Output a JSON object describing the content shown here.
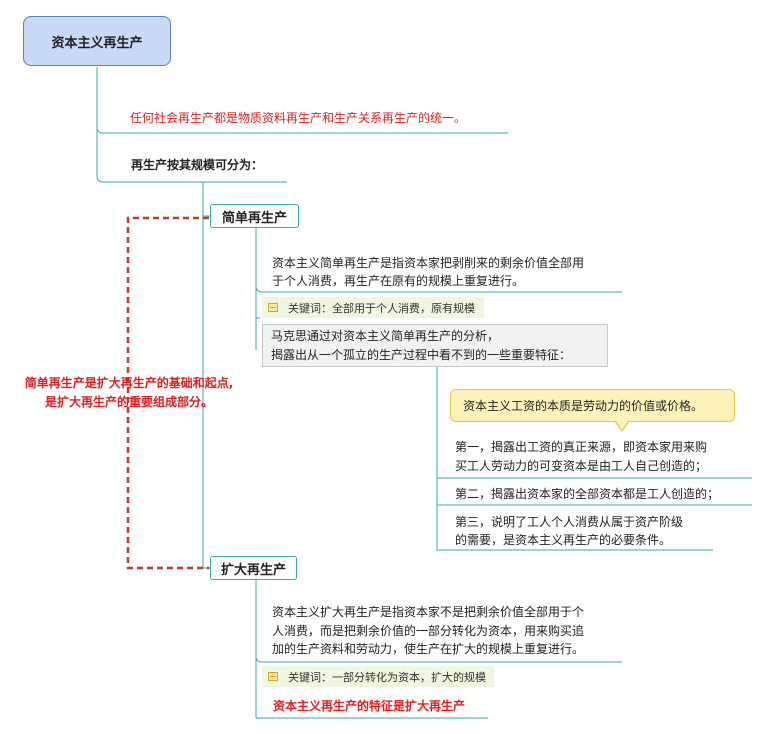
{
  "root": {
    "label": "资本主义再生产"
  },
  "statement": "任何社会再生产都是物质资料再生产和生产关系再生产的统一。",
  "scale_intro": "再生产按其规模可分为：",
  "simple": {
    "label": "简单再生产",
    "definition_line1": "资本主义简单再生产是指资本家把剥削来的剩余价值全部用",
    "definition_line2": "于个人消费，再生产在原有的规模上重复进行。",
    "keywords": "关键词：全部用于个人消费，原有规模",
    "marx_line1": "马克思通过对资本主义简单再生产的分析，",
    "marx_line2": "揭露出从一个孤立的生产过程中看不到的一些重要特征：",
    "wage_note": "资本主义工资的本质是劳动力的价值或价格。",
    "features": [
      {
        "line1": "第一，揭露出工资的真正来源，即资本家用来购",
        "line2": "买工人劳动力的可变资本是由工人自己创造的；"
      },
      {
        "line1": "第二，揭露出资本家的全部资本都是工人创造的；",
        "line2": ""
      },
      {
        "line1": "第三，说明了工人个人消费从属于资产阶级",
        "line2": "的需要，是资本主义再生产的必要条件。"
      }
    ]
  },
  "relation_note": {
    "line1": "简单再生产是扩大再生产的基础和起点,",
    "line2": "是扩大再生产的重要组成部分。"
  },
  "expanded": {
    "label": "扩大再生产",
    "definition_line1": "资本主义扩大再生产是指资本家不是把剩余价值全部用于个",
    "definition_line2": "人消费，而是把剩余价值的一部分转化为资本，用来购买追",
    "definition_line3": "加的生产资料和劳动力，使生产在扩大的规模上重复进行。",
    "keywords": "关键词：一部分转化为资本，扩大的规模",
    "feature": "资本主义再生产的特征是扩大再生产"
  },
  "colors": {
    "connector": "#3aa8a8",
    "accent_red": "#e02020",
    "dashed_link": "#c0392b",
    "root_fill": "#c9daf8"
  }
}
